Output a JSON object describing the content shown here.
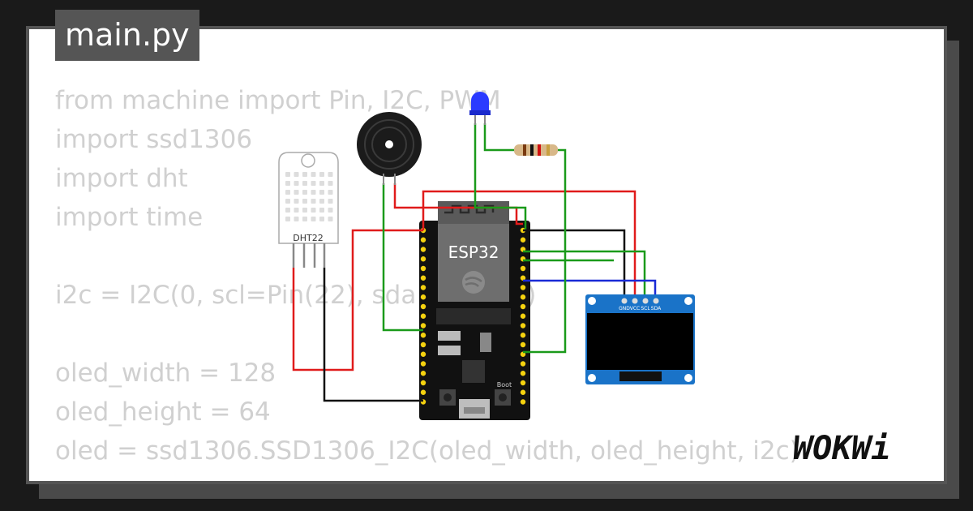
{
  "file": {
    "name": "main.py"
  },
  "code": {
    "lines": [
      "from machine import Pin, I2C, PWM",
      "import ssd1306",
      "import dht",
      "import time",
      "",
      "i2c = I2C(0, scl=Pin(22), sda=Pin(21))",
      "",
      "oled_width = 128",
      "oled_height = 64",
      "oled = ssd1306.SSD1306_I2C(oled_width, oled_height, i2c)"
    ]
  },
  "components": {
    "dht": {
      "label": "DHT22"
    },
    "esp32": {
      "label": "ESP32",
      "boot_label": "Boot"
    },
    "oled": {
      "pins": [
        "GND",
        "VCC",
        "SCL",
        "SDA"
      ]
    }
  },
  "brand": {
    "name": "WOKWi"
  },
  "colors": {
    "wire_red": "#e01b1b",
    "wire_green": "#1a9a1a",
    "wire_black": "#111111",
    "wire_blue": "#1a2ad6",
    "oled_blue": "#1a73c8",
    "led_blue": "#2b3bff"
  }
}
